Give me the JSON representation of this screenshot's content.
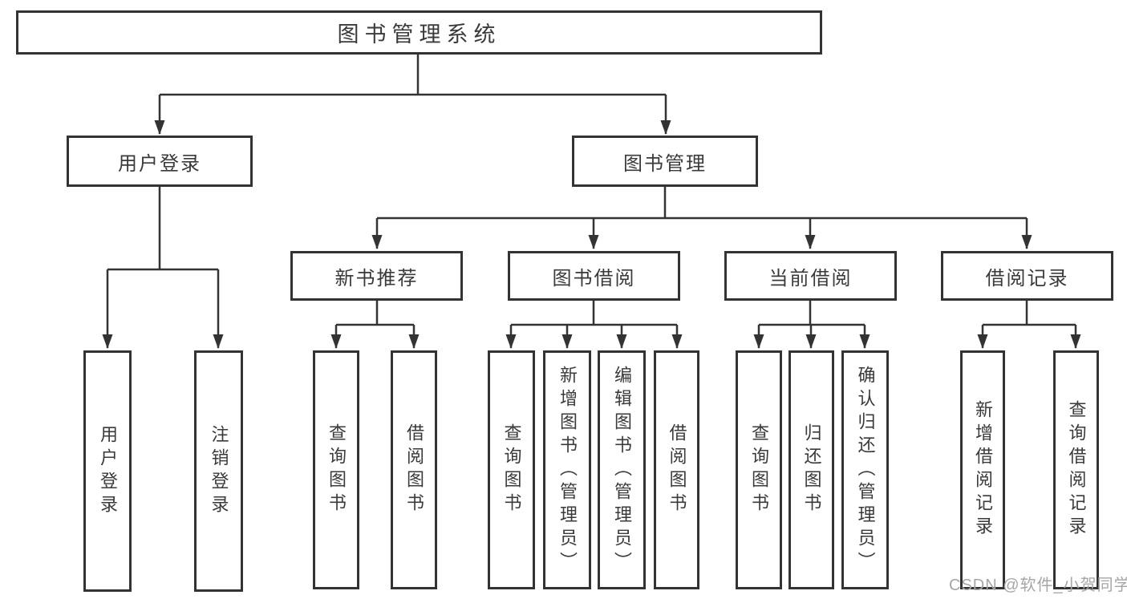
{
  "diagram": {
    "title": "图书管理系统",
    "watermark": "CSDN @软件_小贺同学",
    "colors": {
      "line": "#333333",
      "text": "#3a3a3a",
      "watermark": "#a6a6a6",
      "background": "#ffffff"
    },
    "nodes": {
      "root": "图书管理系统",
      "user_login": "用户登录",
      "book_mgmt": "图书管理",
      "new_book": "新书推荐",
      "book_borrow": "图书借阅",
      "current_borrow": "当前借阅",
      "borrow_record": "借阅记录",
      "leaf_user_login": "用户登录",
      "leaf_logout": "注销登录",
      "leaf_query_book_1": "查询图书",
      "leaf_borrow_book_1": "借阅图书",
      "leaf_query_book_2": "查询图书",
      "leaf_add_book": "新增图书（管理员）",
      "leaf_edit_book": "编辑图书（管理员）",
      "leaf_borrow_book_2": "借阅图书",
      "leaf_query_book_3": "查询图书",
      "leaf_return_book": "归还图书",
      "leaf_confirm_return": "确认归还（管理员）",
      "leaf_add_record": "新增借阅记录",
      "leaf_query_record": "查询借阅记录"
    },
    "hierarchy": {
      "图书管理系统": {
        "用户登录": [
          "用户登录",
          "注销登录"
        ],
        "图书管理": {
          "新书推荐": [
            "查询图书",
            "借阅图书"
          ],
          "图书借阅": [
            "查询图书",
            "新增图书（管理员）",
            "编辑图书（管理员）",
            "借阅图书"
          ],
          "当前借阅": [
            "查询图书",
            "归还图书",
            "确认归还（管理员）"
          ],
          "借阅记录": [
            "新增借阅记录",
            "查询借阅记录"
          ]
        }
      }
    }
  }
}
